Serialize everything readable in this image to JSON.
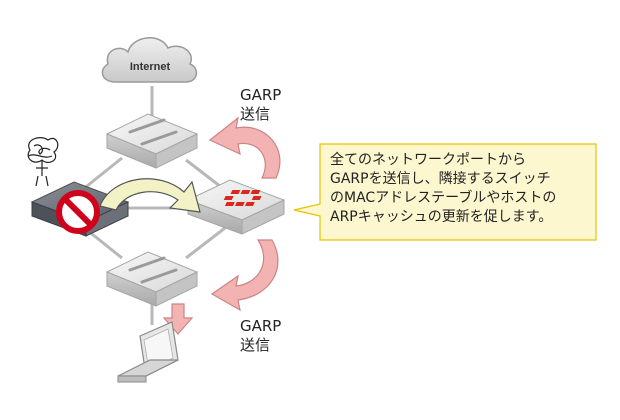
{
  "cloud": {
    "label": "Internet"
  },
  "garp_top": {
    "line1": "GARP",
    "line2": "送信"
  },
  "garp_bottom": {
    "line1": "GARP",
    "line2": "送信"
  },
  "callout": {
    "lines": [
      "全てのネットワークポートから",
      "GARPを送信し、隣接するスイッチ",
      "のMACアドレステーブルやホストの",
      "ARPキャッシュの更新を促します。"
    ]
  },
  "colors": {
    "arrow_pink": "#f4b3b3",
    "arrow_pink_stroke": "#c98585",
    "callout_fill": "#fdf7cf",
    "callout_stroke": "#e6c400",
    "failover_arrow": "#f2f2c6",
    "block_red": "#d0021b",
    "fortinet_red": "#da291c"
  },
  "icons": [
    "internet-cloud-icon",
    "switch-icon",
    "failed-firewall-icon",
    "no-entry-icon",
    "confused-admin-icon",
    "fortigate-firewall-icon",
    "laptop-icon"
  ]
}
